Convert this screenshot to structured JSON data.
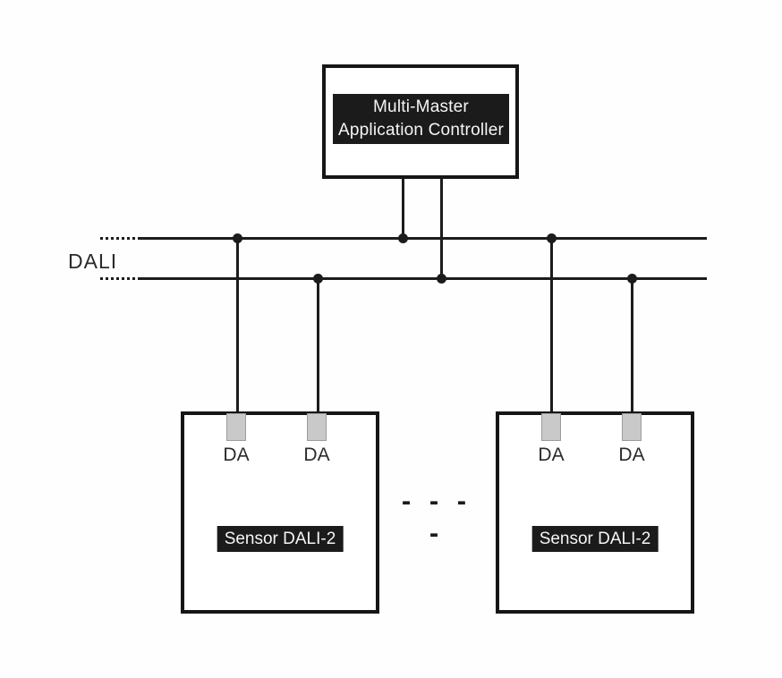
{
  "diagram": {
    "controller": {
      "label_line1": "Multi-Master",
      "label_line2": "Application Controller"
    },
    "bus": {
      "label": "DALI"
    },
    "sensors": [
      {
        "label": "Sensor DALI-2",
        "terminals": [
          {
            "label": "DA"
          },
          {
            "label": "DA"
          }
        ]
      },
      {
        "label": "Sensor DALI-2",
        "terminals": [
          {
            "label": "DA"
          },
          {
            "label": "DA"
          }
        ]
      }
    ],
    "continuation_label": "- - - -",
    "colors": {
      "line": "#1c1c1c",
      "label_background": "#1b1b1b",
      "label_text": "#f5f5f5",
      "terminal_fill": "#c9c9c9",
      "terminal_border": "#9c9c9c"
    }
  }
}
